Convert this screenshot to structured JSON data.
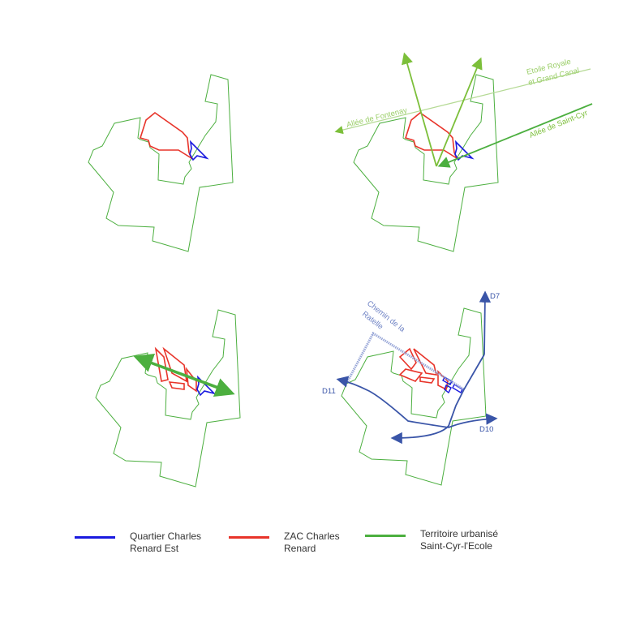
{
  "colors": {
    "quartier": "#1a1adf",
    "zac": "#e8342a",
    "territoire": "#4caf3f",
    "axes": "#7cbf3a",
    "axes_light": "#b5da95",
    "roads": "#3a55a8",
    "chemin": "#9aa8d8"
  },
  "axes_labels": {
    "etoile_line1": "Etoile Royale",
    "etoile_line2": "et Grand Canal",
    "fontenay": "Allée de Fontenay",
    "saint_cyr": "Allée de Saint-Cyr"
  },
  "roads_labels": {
    "d7": "D7",
    "d10": "D10",
    "d11": "D11",
    "chemin_line1": "Chemin de la",
    "chemin_line2": "Ratelle"
  },
  "legend": [
    {
      "line1": "Quartier Charles",
      "line2": "Renard Est"
    },
    {
      "line1": "ZAC Charles",
      "line2": "Renard"
    },
    {
      "line1": "Territoire urbanisé",
      "line2": "Saint-Cyr-l'Ecole"
    }
  ]
}
